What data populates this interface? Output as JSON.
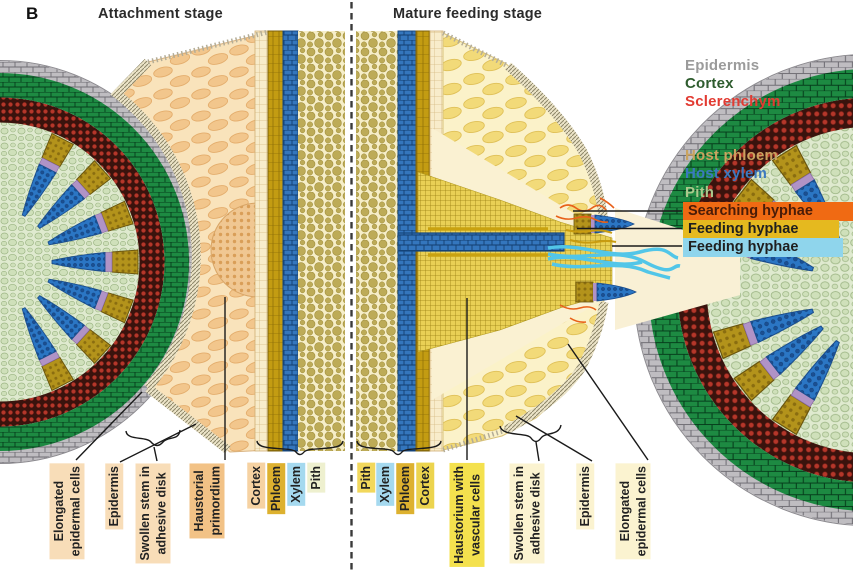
{
  "figure": {
    "panel_letter": "B",
    "left_panel_title": "Attachment stage",
    "right_panel_title": "Mature feeding stage"
  },
  "legend": {
    "items": [
      {
        "id": "epidermis",
        "label": "Epidermis",
        "color": "#9b9b9b"
      },
      {
        "id": "cortex",
        "label": "Cortex",
        "color": "#2e5c2e"
      },
      {
        "id": "sclerenchym",
        "label": "Sclerenchym",
        "color": "#e23b32"
      },
      {
        "id": "host-phloem",
        "label": "Host phloem",
        "color": "#c9a35f"
      },
      {
        "id": "host-xylem",
        "label": "Host xylem",
        "color": "#3b79c0"
      },
      {
        "id": "pith",
        "label": "Pith",
        "color": "#abc98c"
      },
      {
        "id": "searching-hyphae",
        "label": "Searching hyphae",
        "bg": "#f06a13",
        "color": "#4a1c08"
      },
      {
        "id": "feeding-hyphae-phloem",
        "label": "Feeding hyphae",
        "bg": "#e5b91f",
        "color": "#1f1f1f"
      },
      {
        "id": "feeding-hyphae-xylem",
        "label": "Feeding hyphae",
        "bg": "#8fd5ec",
        "color": "#1f1f1f"
      }
    ]
  },
  "bottom_labels": {
    "left": [
      {
        "text": "Elongated\nepidermal cells",
        "bg": "#f8ddb8"
      },
      {
        "text": "Epidermis",
        "bg": "#f8ddb8"
      },
      {
        "text": "Swollen stem in\nadhesive disk",
        "bg": "#f8ddb8"
      },
      {
        "text": "Haustorial\nprimordium",
        "bg": "#f2c286"
      },
      {
        "text": "Cortex",
        "bg": "#f6d2a2"
      },
      {
        "text": "Phloem",
        "bg": "#ddb12f"
      },
      {
        "text": "Xylem",
        "bg": "#a5d9ef"
      },
      {
        "text": "Pith",
        "bg": "#eef0cf"
      }
    ],
    "right": [
      {
        "text": "Pith",
        "bg": "#f2d85c"
      },
      {
        "text": "Xylem",
        "bg": "#a5d9ef"
      },
      {
        "text": "Phloem",
        "bg": "#ddb12f"
      },
      {
        "text": "Cortex",
        "bg": "#ecd44e"
      },
      {
        "text": "Haustorium with\nvascular cells",
        "bg": "#f4e14e"
      },
      {
        "text": "Swollen stem in\nadhesive disk",
        "bg": "#fbf3d0"
      },
      {
        "text": "Epidermis",
        "bg": "#fbf3d0"
      },
      {
        "text": "Elongated\nepidermal cells",
        "bg": "#fbf3d0"
      }
    ]
  },
  "palette": {
    "host_epidermis": "#bfbdc1",
    "host_cortex": "#1d8a42",
    "host_sclerenchym": "#3a130d",
    "host_pith": "#dfeacf",
    "host_xylem": "#2b76c4",
    "host_phloem": "#b3931b",
    "parasite_adhesive_disk": "#f9e3bb",
    "parasite_swollen_yellow": "#fbf2c9",
    "searching_hyphae": "#e8611a",
    "feeding_hyphae_cyan": "#52c6e8",
    "haustorium_gold": "#e9d055"
  }
}
